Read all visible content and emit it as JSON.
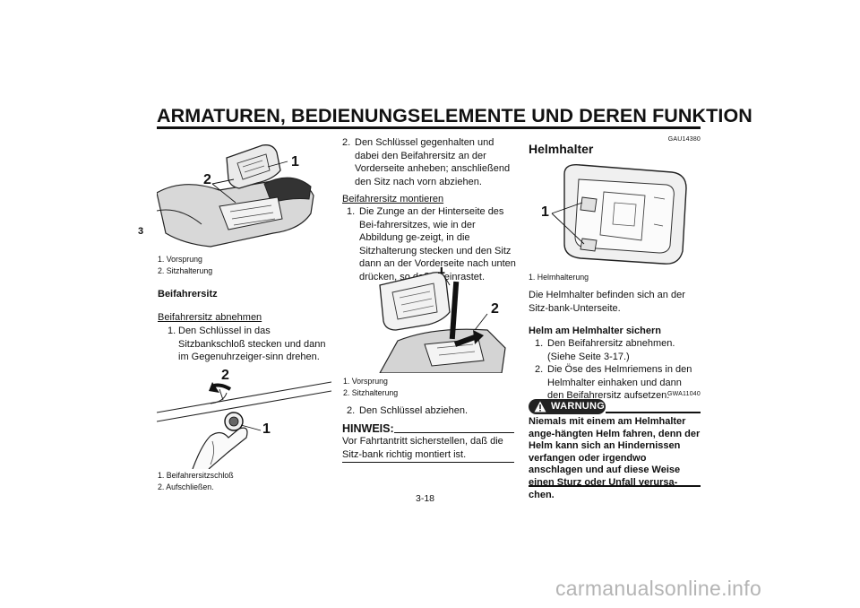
{
  "header": {
    "title": "ARMATUREN, BEDIENUNGSELEMENTE UND DEREN FUNKTION",
    "chapter_tab": "3"
  },
  "col1": {
    "fig1_callouts": [
      "1",
      "2"
    ],
    "fig1_captions": [
      "1. Vorsprung",
      "2. Sitzhalterung"
    ],
    "heading": "Beifahrersitz",
    "subheading": "Beifahrersitz abnehmen",
    "steps": [
      {
        "num": "1.",
        "text": "Den Schlüssel in das Sitzbankschloß stecken und dann im Gegenuhrzeiger-sinn drehen."
      }
    ],
    "fig2_callouts": [
      "1",
      "2"
    ],
    "fig2_captions": [
      "1. Beifahrersitzschloß",
      "2. Aufschließen."
    ]
  },
  "col2": {
    "steps_top": [
      {
        "num": "2.",
        "text": "Den Schlüssel gegenhalten und dabei den Beifahrersitz an der Vorderseite anheben; anschließend den Sitz nach vorn abziehen."
      }
    ],
    "subheading": "Beifahrersitz montieren",
    "steps_mount": [
      {
        "num": "1.",
        "text": "Die Zunge an der Hinterseite des Bei-fahrersitzes, wie in der Abbildung ge-zeigt, in die Sitzhalterung stecken und den Sitz dann an der Vorderseite nach unten drücken, so daß er einrastet."
      }
    ],
    "fig3_callouts": [
      "1",
      "2"
    ],
    "fig3_captions": [
      "1. Vorsprung",
      "2. Sitzhalterung"
    ],
    "steps_after": [
      {
        "num": "2.",
        "text": "Den Schlüssel abziehen."
      }
    ],
    "note_label": "HINWEIS:",
    "note_text": "Vor Fahrtantritt sicherstellen, daß die Sitz-bank richtig montiert ist."
  },
  "col3": {
    "code1": "GAU14380",
    "heading": "Helmhalter",
    "fig4_callouts": [
      "1"
    ],
    "fig4_captions": [
      "1. Helmhalterung"
    ],
    "intro": "Die Helmhalter befinden sich an der Sitz-bank-Unterseite.",
    "subheading": "Helm am Helmhalter sichern",
    "steps": [
      {
        "num": "1.",
        "text": "Den Beifahrersitz abnehmen. (Siehe Seite 3-17.)"
      },
      {
        "num": "2.",
        "text": "Die Öse des Helmriemens in den Helmhalter einhaken und dann den Beifahrersitz aufsetzen."
      }
    ],
    "code2": "GWA11040",
    "warning_label": "WARNUNG",
    "warning_text": "Niemals mit einem am Helmhalter ange-hängten Helm fahren, denn der Helm kann sich an Hindernissen verfangen oder irgendwo anschlagen und auf diese Weise einen Sturz oder Unfall verursa-chen."
  },
  "footer": {
    "page_number": "3-18",
    "watermark": "carmanualsonline.info"
  }
}
